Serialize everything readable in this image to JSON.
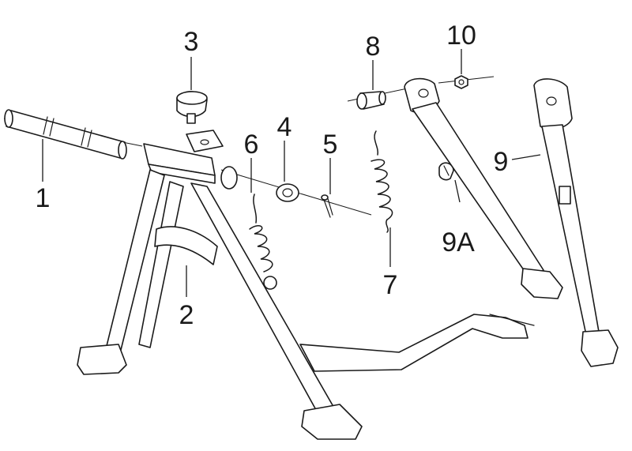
{
  "callouts": {
    "c1": "1",
    "c2": "2",
    "c3": "3",
    "c4": "4",
    "c5": "5",
    "c6": "6",
    "c7": "7",
    "c8": "8",
    "c9": "9",
    "c9a": "9A",
    "c10": "10"
  },
  "parts": [
    {
      "id": "c1",
      "icon": "pivot-shaft"
    },
    {
      "id": "c2",
      "icon": "main-stand"
    },
    {
      "id": "c3",
      "icon": "rubber-bumper"
    },
    {
      "id": "c4",
      "icon": "washer"
    },
    {
      "id": "c5",
      "icon": "cotter-pin"
    },
    {
      "id": "c6",
      "icon": "spring"
    },
    {
      "id": "c7",
      "icon": "spring"
    },
    {
      "id": "c8",
      "icon": "pivot-bolt"
    },
    {
      "id": "c9",
      "icon": "side-stand"
    },
    {
      "id": "c9a",
      "icon": "clip"
    },
    {
      "id": "c10",
      "icon": "nut"
    }
  ],
  "colors": {
    "line": "#1a1a1a",
    "background": "#ffffff"
  }
}
